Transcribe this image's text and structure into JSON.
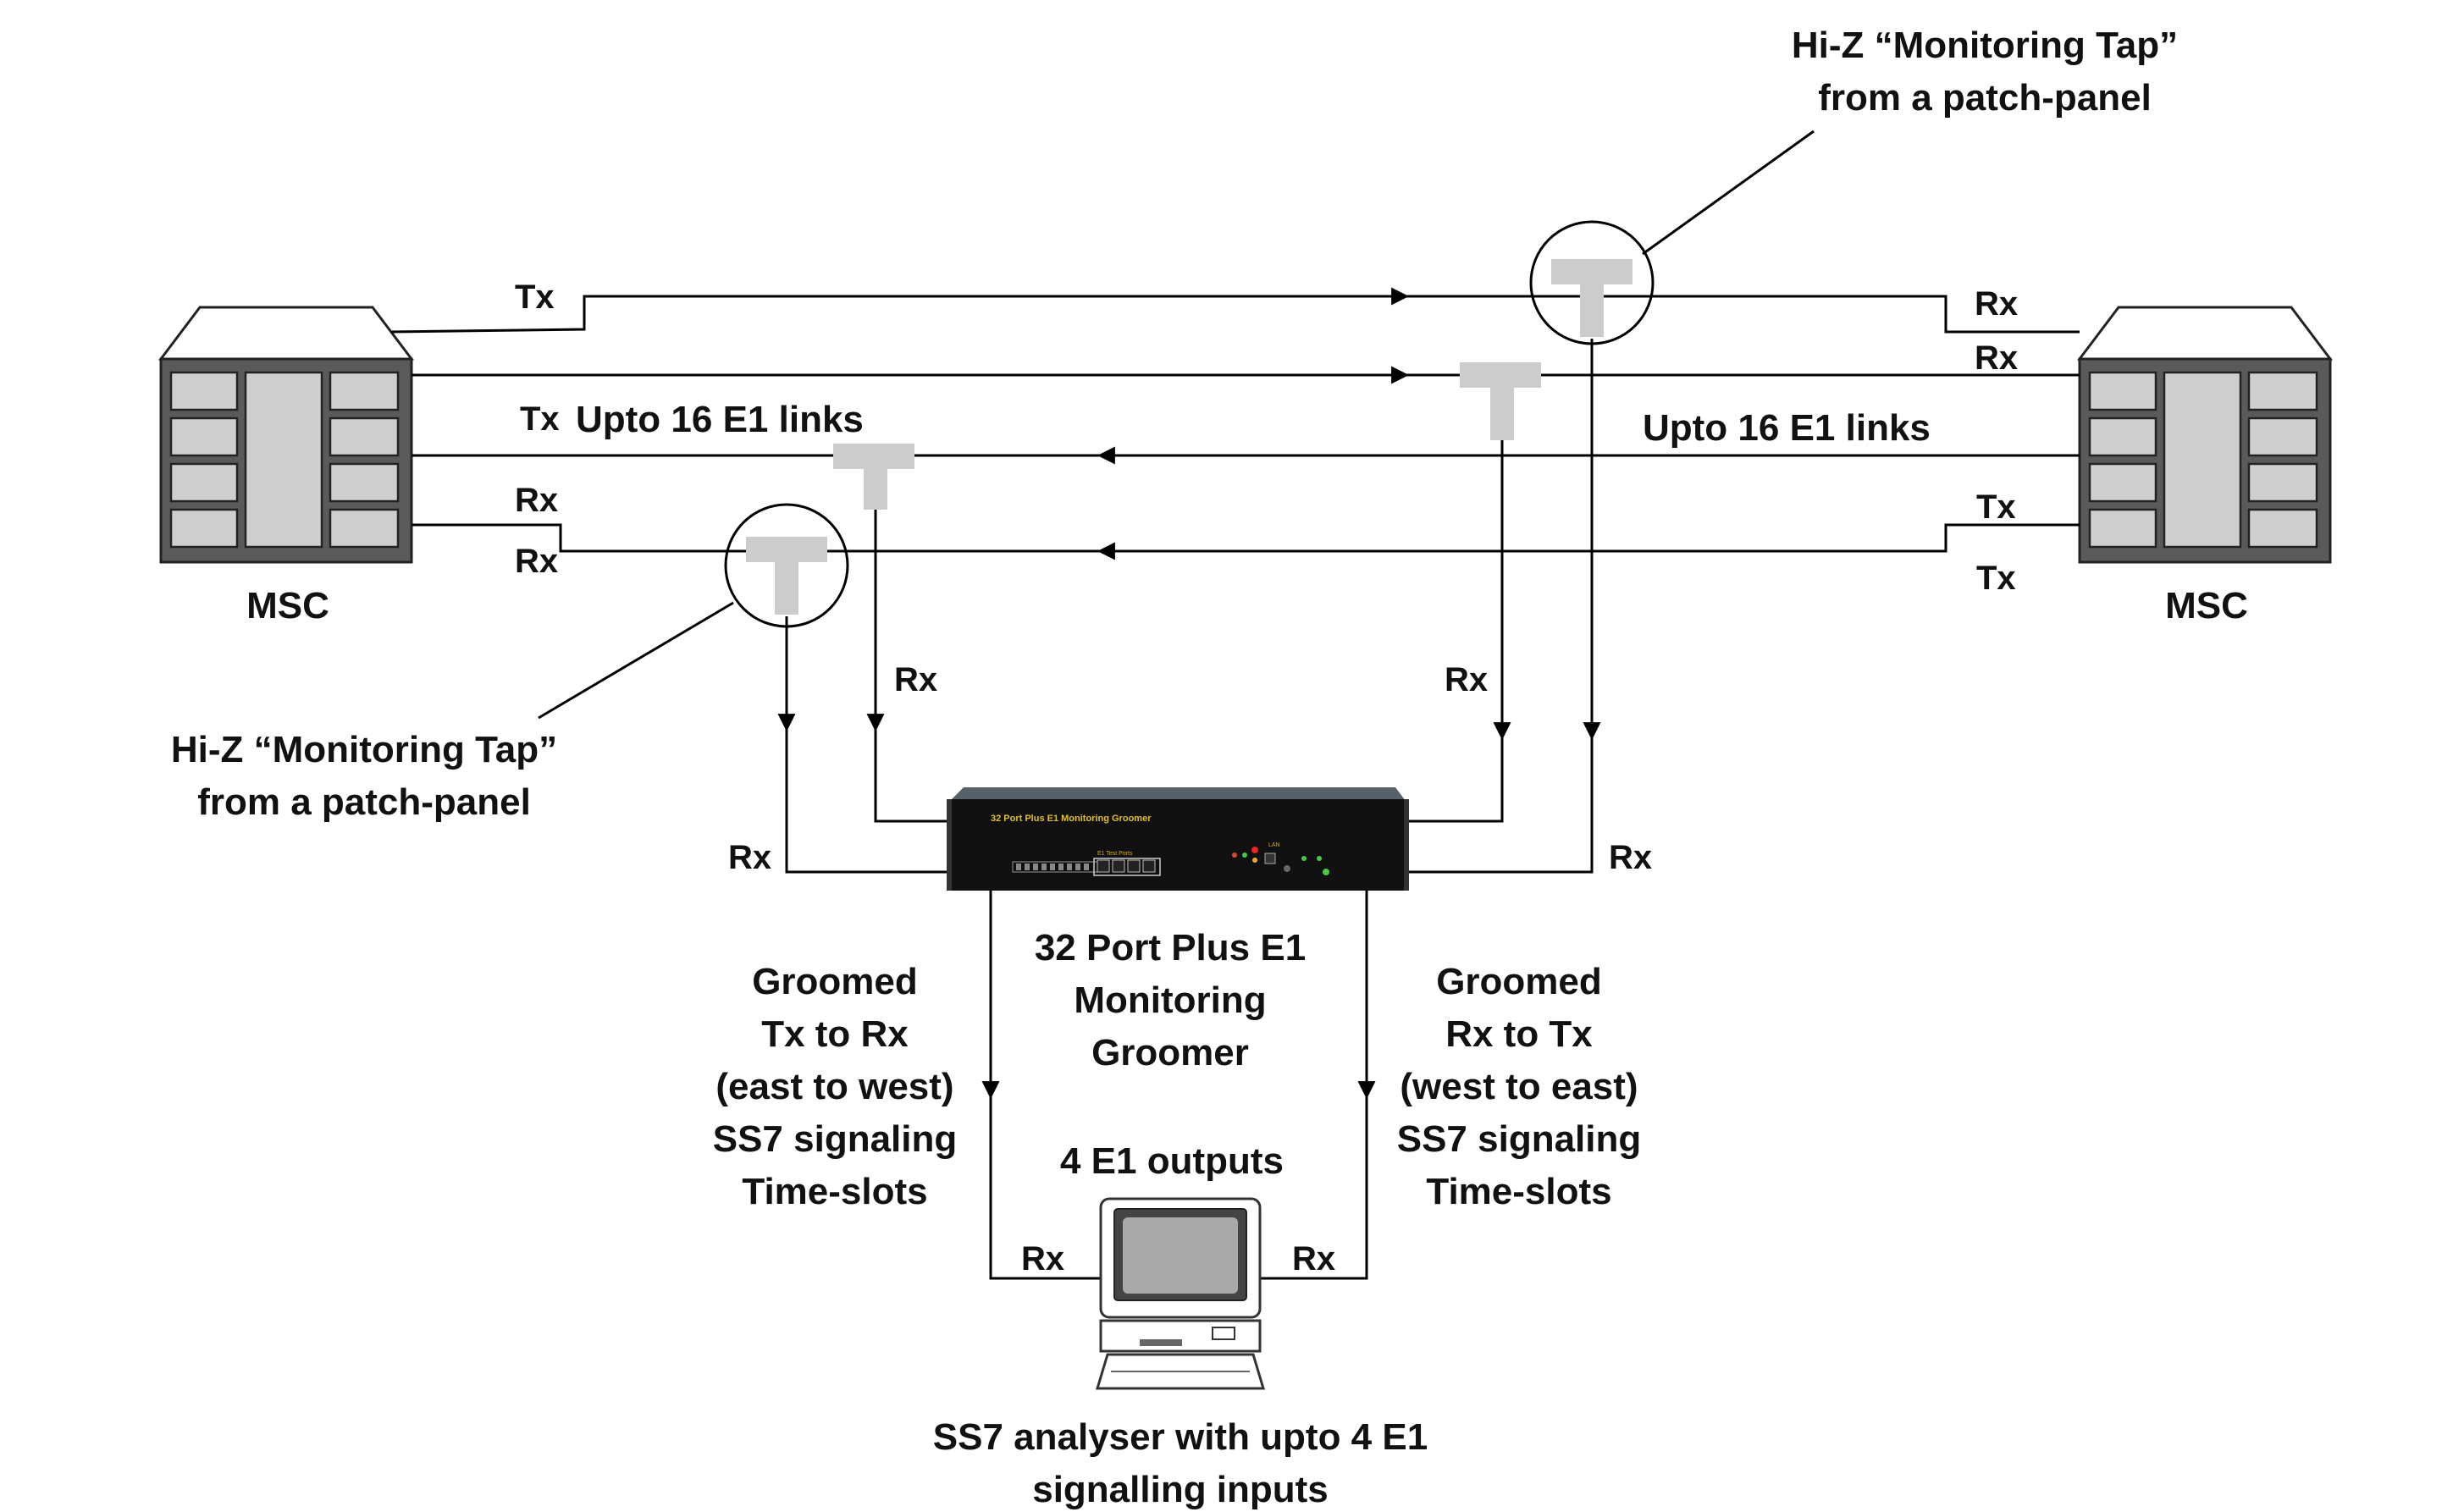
{
  "labels": {
    "tap_top_line1": "Hi-Z “Monitoring Tap”",
    "tap_top_line2": "from a patch-panel",
    "tap_left_line1": "Hi-Z “Monitoring Tap”",
    "tap_left_line2": "from a patch-panel",
    "msc_left": "MSC",
    "msc_right": "MSC",
    "tx_top_left": "Tx",
    "tx_mid_left": "Tx",
    "upto_left": "Upto 16 E1 links",
    "upto_right": "Upto 16 E1 links",
    "rx_left_1": "Rx",
    "rx_left_2": "Rx",
    "rx_right_1": "Rx",
    "rx_right_2": "Rx",
    "tx_right_1": "Tx",
    "tx_right_2": "Tx",
    "rx_drop_left": "Rx",
    "rx_drop_right": "Rx",
    "rx_groomer_left": "Rx",
    "rx_groomer_right": "Rx",
    "rx_pc_left": "Rx",
    "rx_pc_right": "Rx",
    "groomer_line1": "32 Port Plus E1",
    "groomer_line2": "Monitoring",
    "groomer_line3": "Groomer",
    "groomed_left": [
      "Groomed",
      "Tx to Rx",
      "(east to west)",
      "SS7 signaling",
      "Time-slots"
    ],
    "groomed_right": [
      "Groomed",
      "Rx to Tx",
      "(west to east)",
      "SS7 signaling",
      "Time-slots"
    ],
    "outputs": "4 E1 outputs",
    "analyser_line1": "SS7 analyser with upto 4 E1",
    "analyser_line2": "signalling inputs"
  },
  "groomer_panel": {
    "title": "32 Port Plus E1 Monitoring Groomer",
    "test_ports": "E1 Test Ports",
    "lan": "LAN"
  },
  "colors": {
    "tap_gray": "#cccccc",
    "msc_body": "#5a5a5a",
    "groomer_face": "#101010",
    "groomer_text": "#e0c020"
  }
}
